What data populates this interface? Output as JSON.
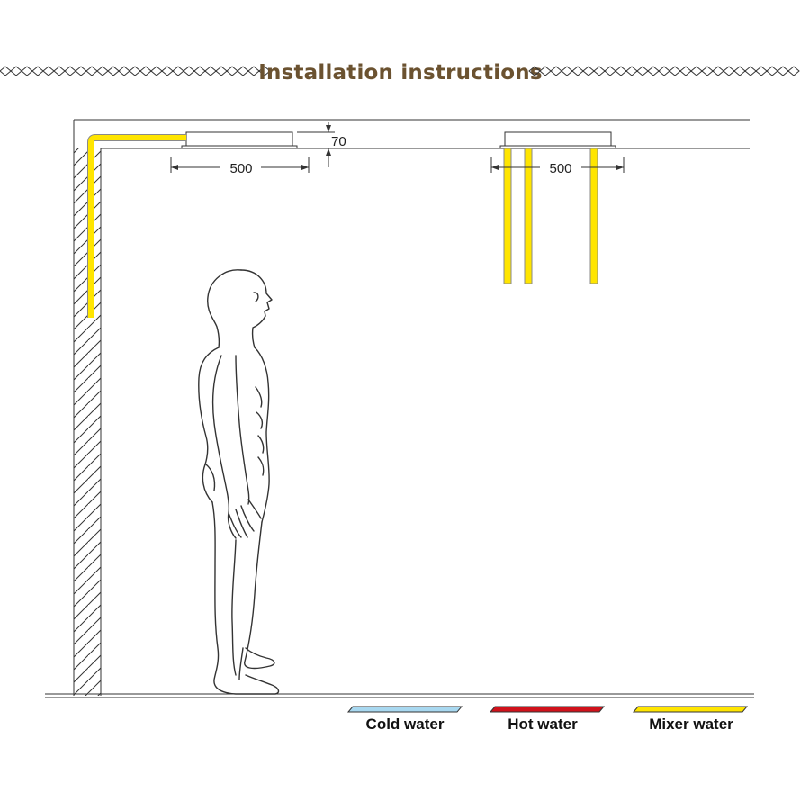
{
  "title": "Installation instructions",
  "dimensions": {
    "left_width": "500",
    "depth": "70",
    "right_width": "500"
  },
  "legend": [
    {
      "label": "Cold water",
      "color": "#a8d8f0"
    },
    {
      "label": "Hot water",
      "color": "#d0121b"
    },
    {
      "label": "Mixer water",
      "color": "#ffe500"
    }
  ],
  "colors": {
    "title": "#6b5230",
    "mixer_pipe": "#ffe500",
    "pipe_outline": "#8a8a8a",
    "line": "#333333"
  },
  "icons": [
    "human-figure-icon",
    "shower-head-icon",
    "wall-hatch-pattern"
  ]
}
